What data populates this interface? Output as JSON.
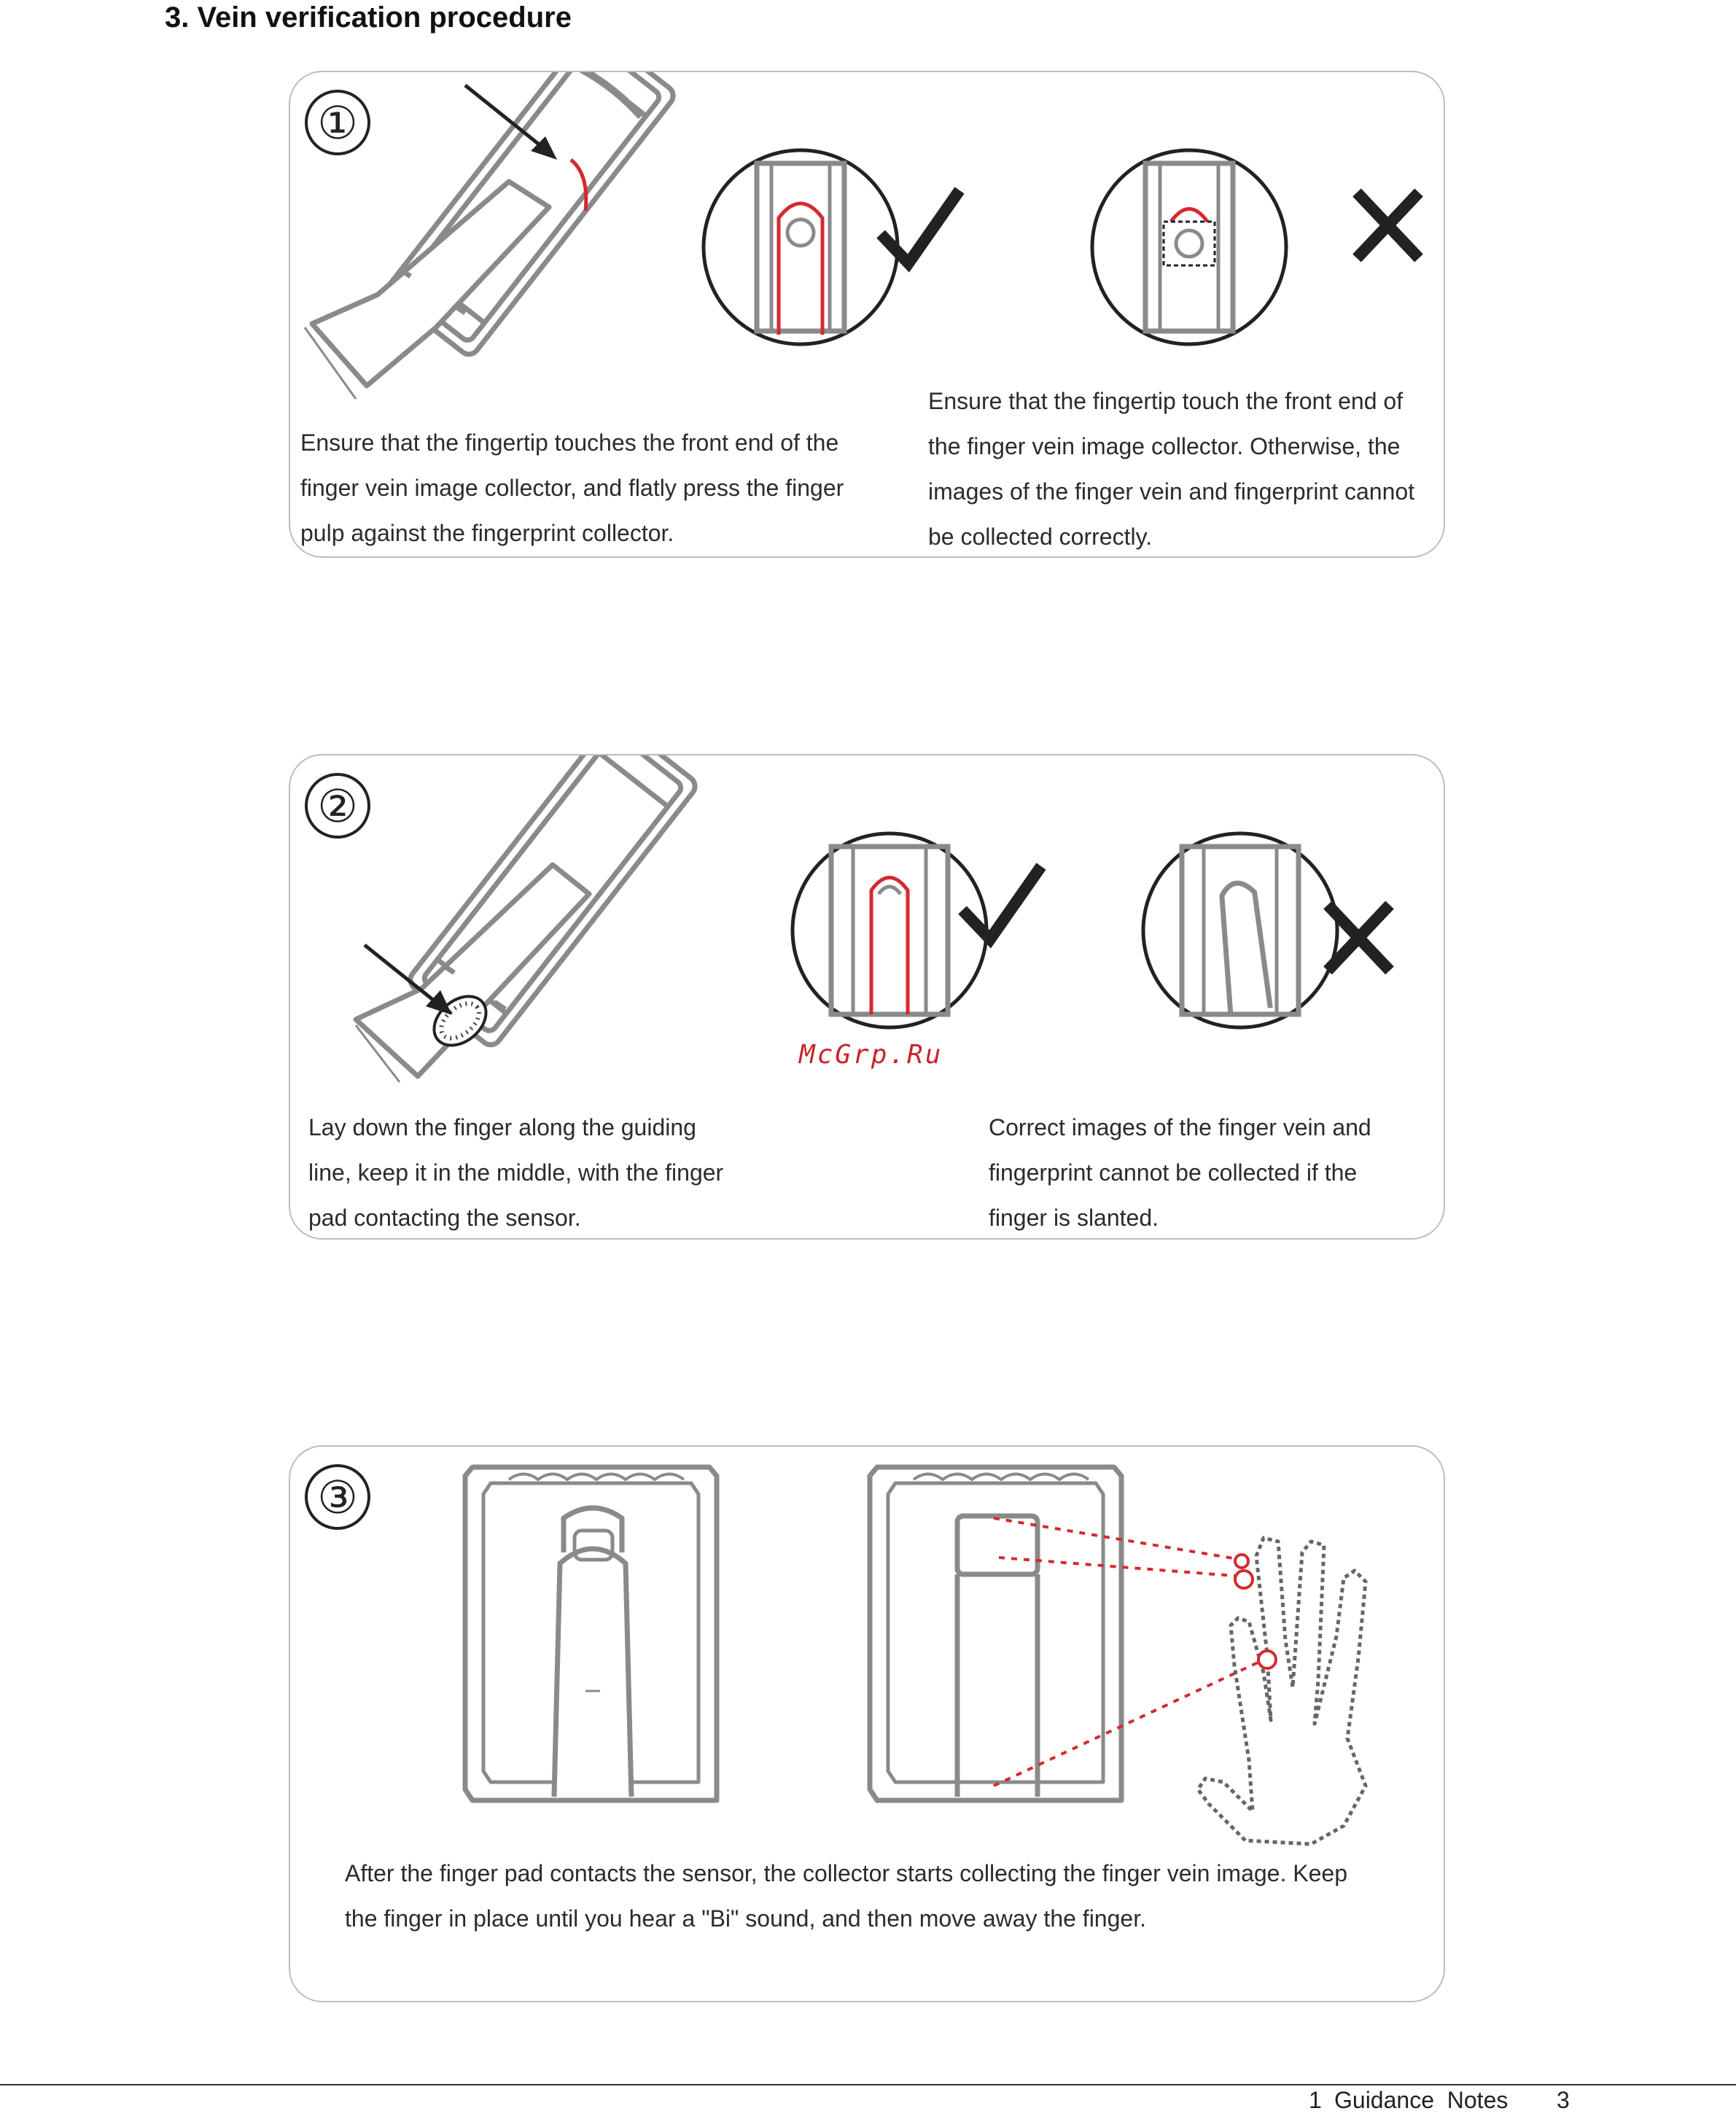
{
  "page": {
    "heading": "3. Vein verification procedure",
    "watermark": "McGrp.Ru"
  },
  "steps": [
    {
      "number": "①",
      "left_text": [
        "Ensure that the fingertip touches the front end of the",
        "finger vein image collector, and flatly press the finger",
        "pulp against the fingerprint collector."
      ],
      "right_text": [
        "Ensure that the fingertip touch the front end of",
        "the finger vein image collector. Otherwise, the",
        "images of the finger vein and fingerprint cannot",
        "be collected correctly."
      ]
    },
    {
      "number": "②",
      "left_text": [
        "Lay down the finger along the guiding",
        "line, keep it in the middle, with the finger",
        "pad contacting the sensor."
      ],
      "right_text": [
        "Correct images of the finger vein and",
        "fingerprint cannot be collected if the",
        "finger is slanted."
      ]
    },
    {
      "number": "③",
      "text": [
        "After the finger pad contacts the sensor, the collector starts collecting the finger vein image. Keep",
        "the finger in place until you hear a \"Bi\" sound, and then move away the finger."
      ]
    }
  ],
  "footer": {
    "section_number": "1",
    "section_title": "Guidance  Notes",
    "page_number": "3"
  },
  "icons": [
    "arrow-icon",
    "check-icon",
    "cross-icon",
    "device-illustration",
    "hand-illustration"
  ],
  "colors": {
    "accent_red": "#d42a2f",
    "line_gray": "#8a8a8a"
  }
}
